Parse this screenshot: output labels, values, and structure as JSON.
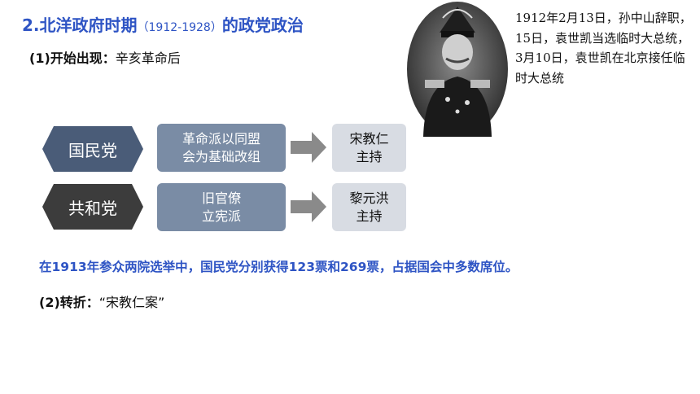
{
  "title": {
    "main": "2.北洋政府时期",
    "paren": "（1912-1928）",
    "tail": "的政党政治"
  },
  "start": {
    "label": "(1)开始出现：",
    "value": "辛亥革命后"
  },
  "note": "1912年2月13日，孙中山辞职，15日，袁世凯当选临时大总统，3月10日，袁世凯在北京接任临时大总统",
  "parties": [
    {
      "name": "国民党",
      "basis_l1": "革命派以同盟",
      "basis_l2": "会为基础改组",
      "leader_l1": "宋教仁",
      "leader_l2": "主持"
    },
    {
      "name": "共和党",
      "basis_l1": "旧官僚",
      "basis_l2": "立宪派",
      "leader_l1": "黎元洪",
      "leader_l2": "主持"
    }
  ],
  "election": "在1913年参众两院选举中，国民党分别获得123票和269票，占据国会中多数席位。",
  "turn": {
    "label": "(2)转折：",
    "value": "“宋教仁案”"
  },
  "colors": {
    "accent_blue": "#2E54C4",
    "party1": "#4A5C78",
    "party2": "#3C3C3C",
    "box_dark": "#7A8CA5",
    "box_light": "#D8DCE3"
  }
}
